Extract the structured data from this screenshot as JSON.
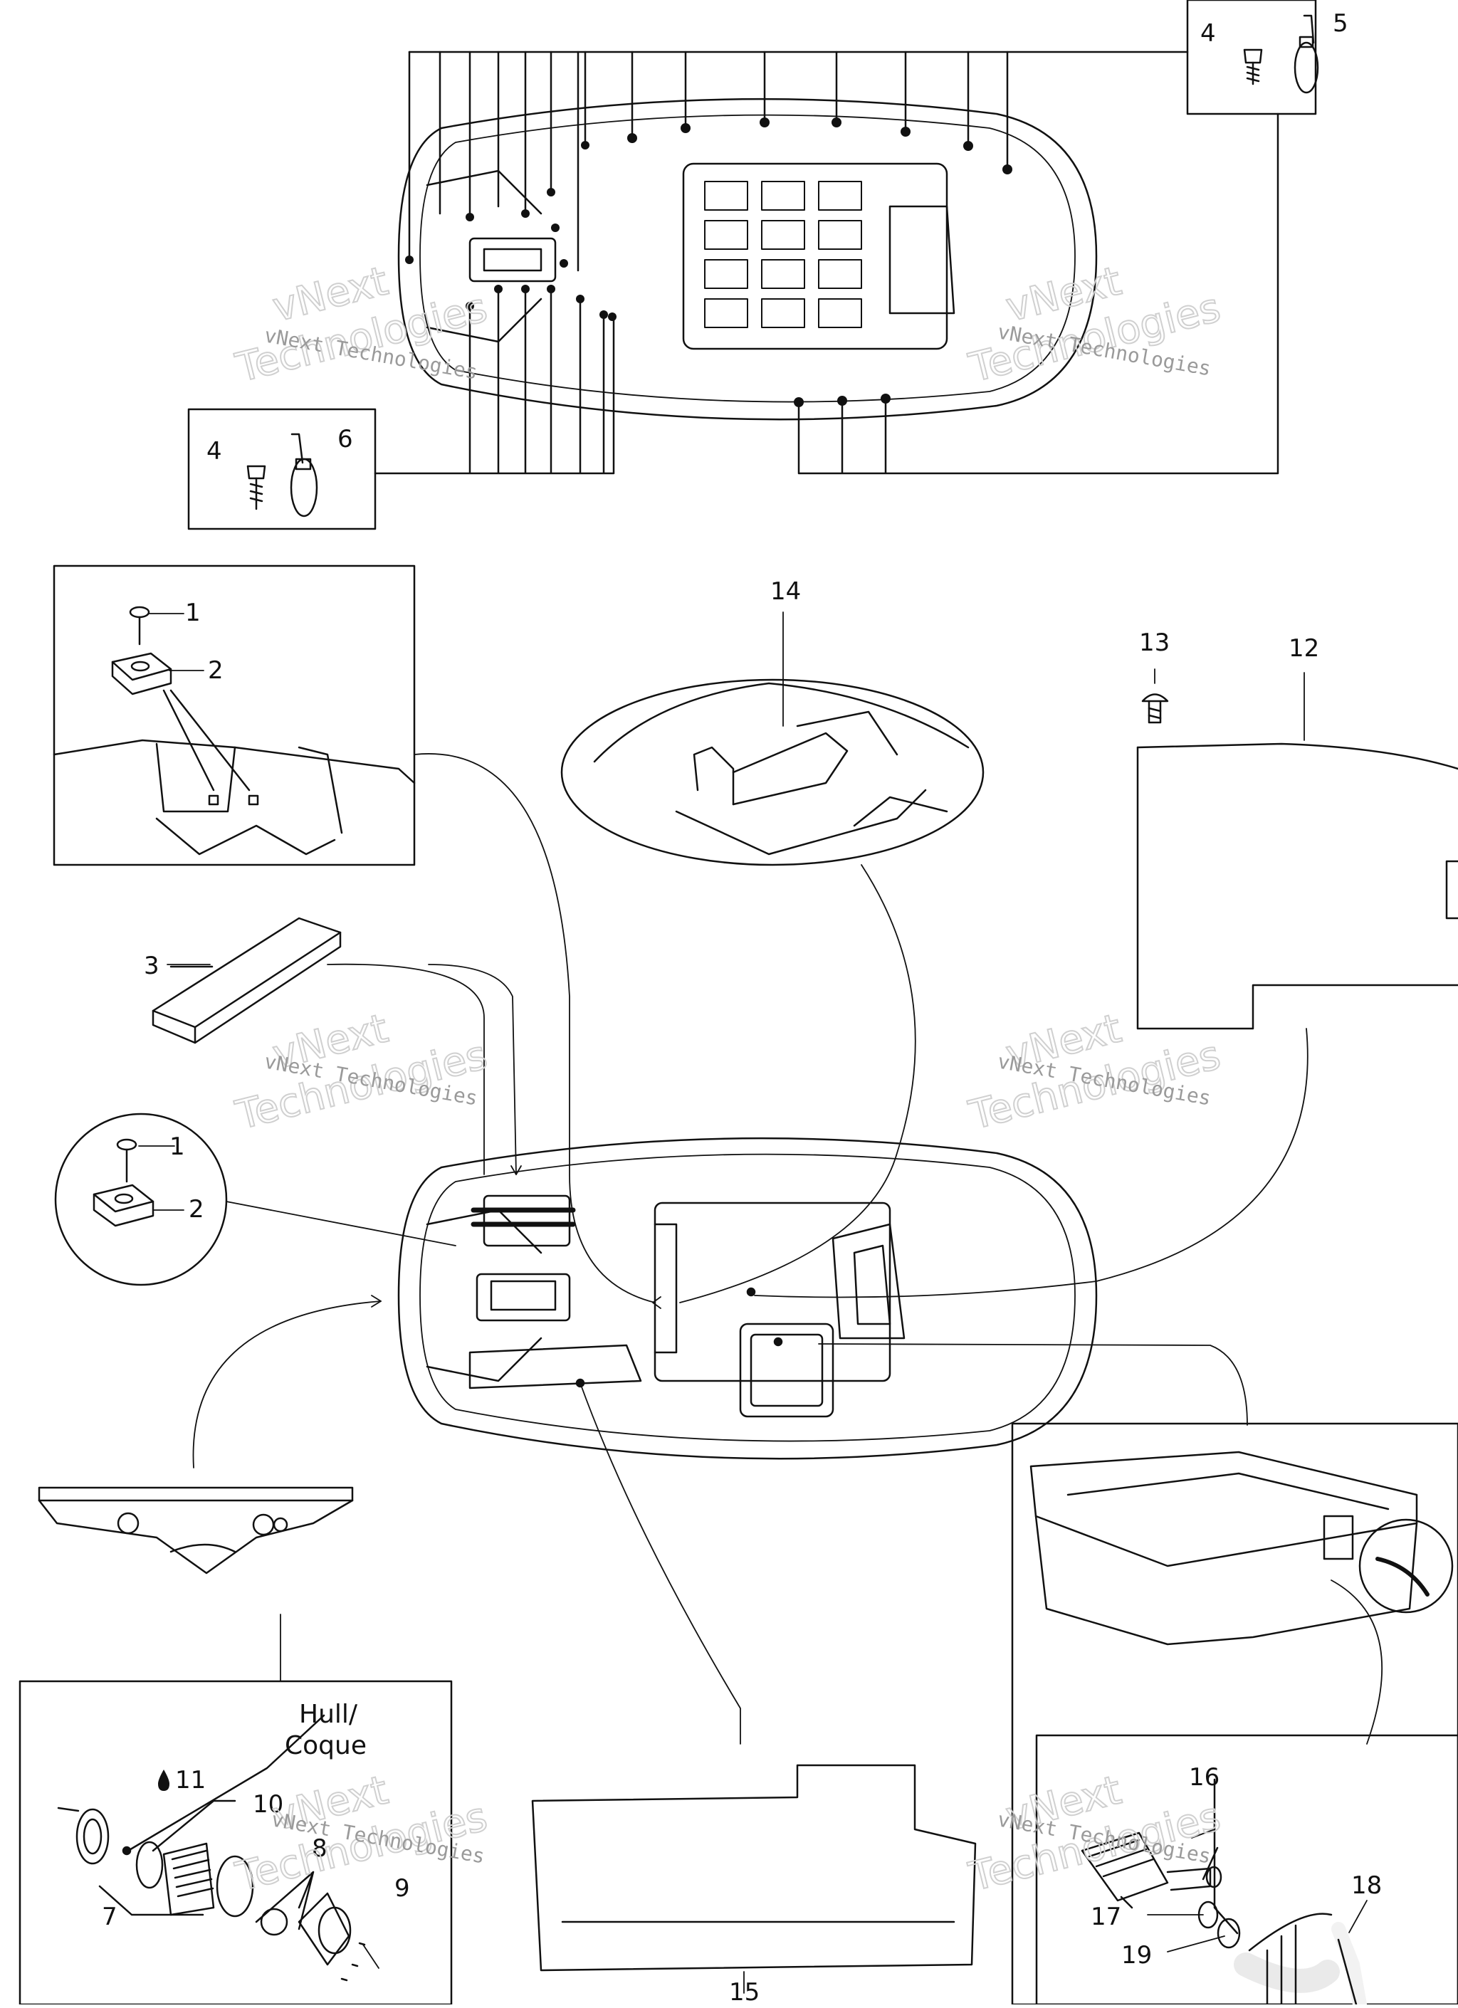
{
  "callouts": {
    "n1a": "1",
    "n2a": "2",
    "n3": "3",
    "n4a": "4",
    "n5": "5",
    "n4b": "4",
    "n6": "6",
    "n1b": "1",
    "n2b": "2",
    "n7": "7",
    "n8": "8",
    "n9": "9",
    "n10": "10",
    "n11": "11",
    "n12": "12",
    "n13": "13",
    "n14": "14",
    "n15": "15",
    "n16": "16",
    "n17": "17",
    "n18": "18",
    "n19": "19"
  },
  "hull_label_line1": "Hull/",
  "hull_label_line2": "Coque",
  "watermark": {
    "line1": "vNext Technologies",
    "big_top": "vNext",
    "big_bottom": "Technologies"
  },
  "colors": {
    "line": "#111111",
    "watermark": "#c8c8c8"
  }
}
